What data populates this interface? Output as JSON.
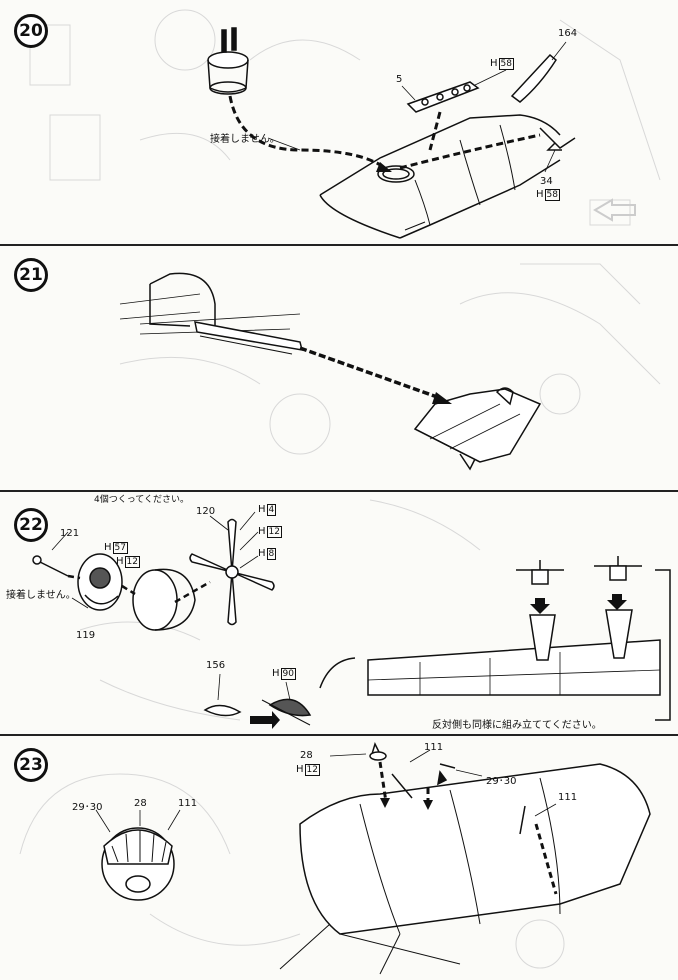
{
  "steps": [
    {
      "number": "20",
      "labels": {
        "no_glue": "接着しません。",
        "part_5": "5",
        "part_164": "164",
        "part_34": "34",
        "h": "H",
        "h_box_a": "58",
        "h_box_b": "58"
      }
    },
    {
      "number": "21"
    },
    {
      "number": "22",
      "labels": {
        "make_four": "4個つくってください。",
        "part_121": "121",
        "part_119": "119",
        "no_glue": "接着しません。",
        "h": "H",
        "h57": "57",
        "h12a": "12",
        "part_120": "120",
        "h4": "4",
        "h12b": "12",
        "h8": "8",
        "part_156": "156",
        "h90": "90",
        "opposite_side": "反対側も同様に組み立ててください。"
      }
    },
    {
      "number": "23",
      "labels": {
        "part_28a": "28",
        "h12": "12",
        "part_111a": "111",
        "part_2930a": "29･30",
        "part_2930b": "29･30",
        "part_28b": "28",
        "part_111b": "111",
        "part_111c": "111",
        "h": "H"
      }
    }
  ]
}
